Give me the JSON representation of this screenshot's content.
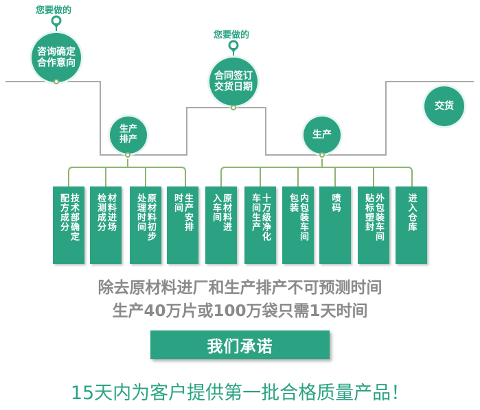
{
  "colors": {
    "accent": "#2ba383",
    "line": "#8bb56e",
    "flow": "#aaaaaa",
    "note": "#8a8a8a"
  },
  "pins": [
    {
      "label": "您要做的"
    },
    {
      "label": "您要做的"
    }
  ],
  "steps": {
    "consult": [
      "咨询确定",
      "合作意向"
    ],
    "contract": [
      "合同签订",
      "交货日期"
    ],
    "production_schedule": [
      "生产",
      "排产"
    ],
    "production": [
      "生产"
    ],
    "delivery": [
      "交货"
    ]
  },
  "boxes": [
    {
      "cols": [
        "技术部确定",
        "配方成分"
      ]
    },
    {
      "cols": [
        "材料进场",
        "检测成分"
      ]
    },
    {
      "cols": [
        "原材料初步",
        "处理时间"
      ]
    },
    {
      "cols": [
        "生产安排",
        "时间"
      ]
    },
    {
      "cols": [
        "原材料进",
        "入车间"
      ]
    },
    {
      "cols": [
        "十万级净化",
        "车间生产"
      ]
    },
    {
      "cols": [
        "内包装车间",
        "包装"
      ]
    },
    {
      "cols": [
        "喷码"
      ]
    },
    {
      "cols": [
        "外包装车间",
        "贴标塑封"
      ]
    },
    {
      "cols": [
        "进入仓库"
      ]
    }
  ],
  "notes": {
    "line1": "除去原材料进厂和生产排产不可预测时间",
    "line2": "生产40万片或100万袋只需1天时间"
  },
  "promise": "我们承诺",
  "final": "15天内为客户提供第一批合格质量产品！"
}
